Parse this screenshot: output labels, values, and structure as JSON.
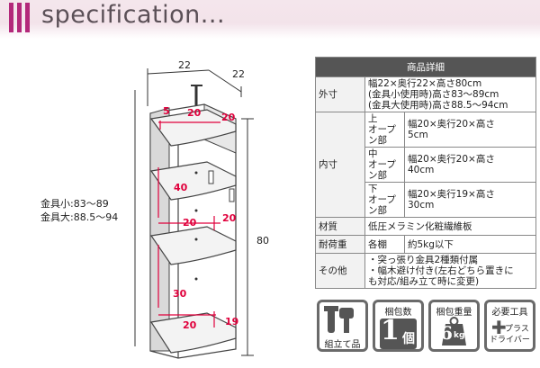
{
  "header": {
    "title": "specification..."
  },
  "dims": {
    "top_w": "22",
    "top_d": "22",
    "height": "80",
    "fitting_small": "金具小:83～89",
    "fitting_large": "金具大:88.5～94",
    "red_5": "5",
    "red_20a": "20",
    "red_20b": "20",
    "red_40": "40",
    "red_20c": "20",
    "red_20d": "20",
    "red_30": "30",
    "red_20e": "20",
    "red_19": "19"
  },
  "table": {
    "head": "商品詳細",
    "outer": {
      "key": "外寸",
      "l1": "幅22×奥行22×高さ80cm",
      "l2": "(金具小使用時)高さ83～89cm",
      "l3": "(金具大使用時)高さ88.5～94cm"
    },
    "inner": {
      "key": "内寸",
      "r1_sub1": "上",
      "r1_sub2": "オープン部",
      "r1_v1": "幅20×奥行20×高さ",
      "r1_v2": "5cm",
      "r2_sub1": "中",
      "r2_sub2": "オープン部",
      "r2_v1": "幅20×奥行20×高さ",
      "r2_v2": "40cm",
      "r3_sub1": "下",
      "r3_sub2": "オープン部",
      "r3_v1": "幅20×奥行19×高さ",
      "r3_v2": "30cm"
    },
    "material": {
      "key": "材質",
      "val": "低圧メラミン化粧繊維板"
    },
    "load": {
      "key": "耐荷重",
      "sub": "各棚",
      "val": "約5kg以下"
    },
    "other": {
      "key": "その他",
      "l1": "・突っ張り金具2種類付属",
      "l2": "・幅木避け付き(左右どちら置きに",
      "l3": "も対応/組み立て時に変更)"
    }
  },
  "icons": {
    "assembly": "組立て品",
    "pkg_count_label": "梱包数",
    "pkg_count": "1",
    "pkg_count_unit": "個",
    "pkg_weight_label": "梱包重量",
    "pkg_weight": "6",
    "pkg_weight_unit": "kg",
    "tools_label": "必要工具",
    "tools_1": "プラス",
    "tools_2": "ドライバー"
  },
  "colors": {
    "accent": "#b3287a",
    "dim_red": "#e0003c",
    "table_head": "#555555"
  }
}
